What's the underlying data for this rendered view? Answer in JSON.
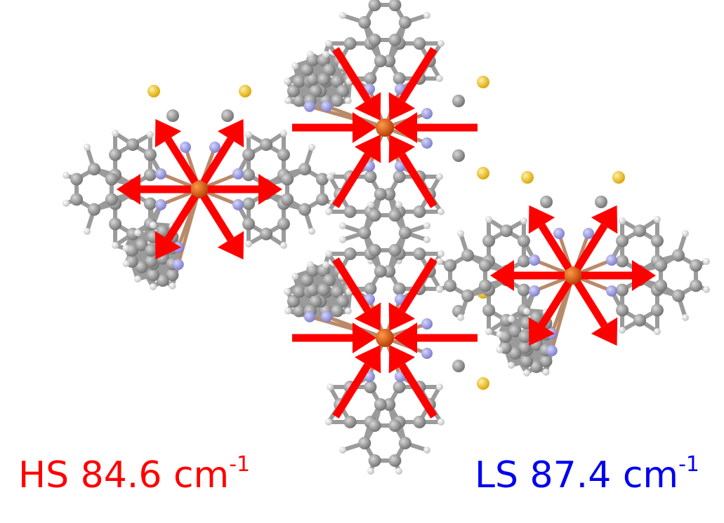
{
  "labels": {
    "hs": {
      "state": "HS 84.6 cm",
      "exp": "-1",
      "color": "#ff0000"
    },
    "ls": {
      "state": "LS 87.4 cm",
      "exp": "-1",
      "color": "#0000ee"
    }
  },
  "colors": {
    "carbon": "#8e8e8e",
    "hydrogen": "#ededed",
    "nitrogen": "#9a9ae6",
    "sulfur": "#f2c21a",
    "iron": "#d94c08",
    "arrow": "#ff0000"
  },
  "molecules": [
    {
      "name": "molecule-left",
      "arrows": "outward"
    },
    {
      "name": "molecule-top",
      "arrows": "inward"
    },
    {
      "name": "molecule-bottom",
      "arrows": "inward"
    },
    {
      "name": "molecule-right",
      "arrows": "outward"
    }
  ]
}
